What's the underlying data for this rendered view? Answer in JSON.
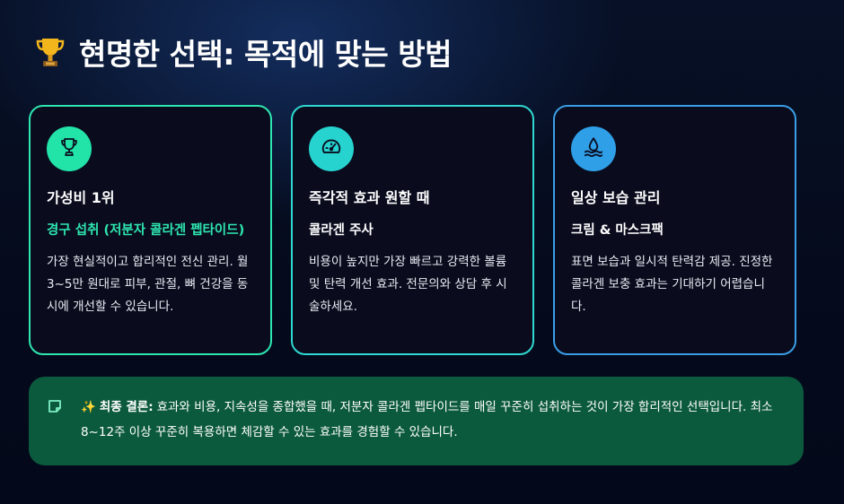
{
  "header": {
    "title": "현명한 선택: 목적에 맞는 방법",
    "icon": "trophy-icon"
  },
  "cards": [
    {
      "icon": "trophy-icon",
      "title": "가성비 1위",
      "subtitle": "경구 섭취 (저분자 콜라겐 펩타이드)",
      "description": "가장 현실적이고 합리적인 전신 관리. 월 3~5만 원대로 피부, 관절, 뼈 건강을 동시에 개선할 수 있습니다."
    },
    {
      "icon": "speedometer-icon",
      "title": "즉각적 효과 원할 때",
      "subtitle": "콜라겐 주사",
      "description": "비용이 높지만 가장 빠르고 강력한 볼륨 및 탄력 개선 효과. 전문의와 상담 후 시술하세요."
    },
    {
      "icon": "water-drop-icon",
      "title": "일상 보습 관리",
      "subtitle": "크림 & 마스크팩",
      "description": "표면 보습과 일시적 탄력감 제공. 진정한 콜라겐 보충 효과는 기대하기 어렵습니다."
    }
  ],
  "conclusion": {
    "icon": "note-icon",
    "sparkle": "✨",
    "label": "최종 결론:",
    "text": "효과와 비용, 지속성을 종합했을 때, 저분자 콜라겐 펩타이드를 매일 꾸준히 섭취하는 것이 가장 합리적인 선택입니다. 최소 8~12주 이상 꾸준히 복용하면 체감할 수 있는 효과를 경험할 수 있습니다."
  },
  "colors": {
    "card1_accent": "#2ee6b0",
    "card2_accent": "#2fd8d0",
    "card3_accent": "#3a9ee6",
    "conclusion_bg": "#0c5a3e"
  }
}
